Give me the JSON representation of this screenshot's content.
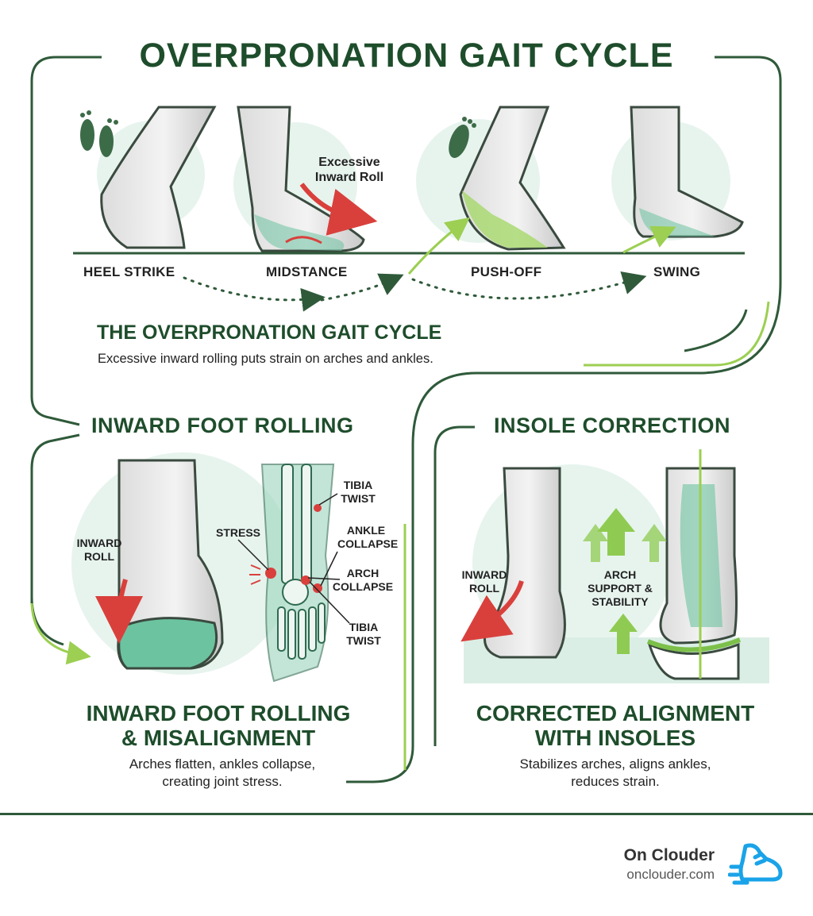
{
  "title": "OVERPRONATION GAIT CYCLE",
  "gait": {
    "phases": [
      "HEEL STRIKE",
      "MIDSTANCE",
      "PUSH-OFF",
      "SWING"
    ],
    "callout": "Excessive Inward Roll",
    "heading": "THE OVERPRONATION GAIT CYCLE",
    "description": "Excessive inward rolling puts strain on arches and ankles."
  },
  "rolling": {
    "heading": "INWARD FOOT ROLLING",
    "roll_label": "INWARD ROLL",
    "stress_label": "STRESS",
    "tibia_top": "TIBIA TWIST",
    "ankle": "ANKLE COLLAPSE",
    "arch": "ARCH COLLAPSE",
    "tibia_bottom": "TIBIA TWIST",
    "caption": "INWARD FOOT ROLLING & MISALIGNMENT",
    "subcaption": "Arches flatten, ankles collapse, creating joint stress."
  },
  "correction": {
    "heading": "INSOLE CORRECTION",
    "roll_label": "INWARD ROLL",
    "support_label": "ARCH SUPPORT & STABILITY",
    "caption": "CORRECTED ALIGNMENT WITH INSOLES",
    "subcaption": "Stabilizes arches, aligns ankles, reduces strain."
  },
  "brand": {
    "name": "On Clouder",
    "url": "onclouder.com"
  },
  "colors": {
    "dark_green": "#1e4d2b",
    "mint": "#bfe3d2",
    "lime": "#9ccf52",
    "red": "#d9403c",
    "blue": "#1aa3e8"
  }
}
